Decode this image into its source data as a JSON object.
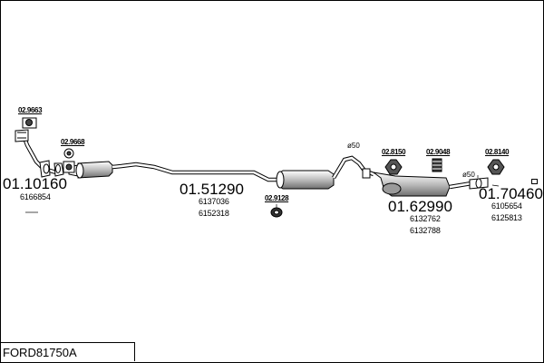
{
  "model_code": "FORD81750A",
  "parts": {
    "front_pipe": {
      "number": "01.10160",
      "oem": [
        "6166854"
      ]
    },
    "catalyst_pipe": {
      "number": "01.51290",
      "oem": [
        "6137036",
        "6152318"
      ]
    },
    "middle_silencer": {
      "number": "01.62990",
      "oem": [
        "6132762",
        "6132788"
      ]
    },
    "rear_silencer": {
      "number": "01.70460",
      "oem": [
        "6105654",
        "6125813"
      ]
    }
  },
  "clamps": {
    "gasket_front": "02.9663",
    "gasket_2": "02.9668",
    "rubber_mid": "02.9128",
    "mount_1": "02.8150",
    "mount_2": "02.9048",
    "mount_3": "02.8140"
  },
  "pipe_diameters": {
    "first": "ø50",
    "second": "ø50"
  },
  "colors": {
    "line": "#000000",
    "fill": "#ffffff",
    "shade": "#bdbdbd"
  }
}
